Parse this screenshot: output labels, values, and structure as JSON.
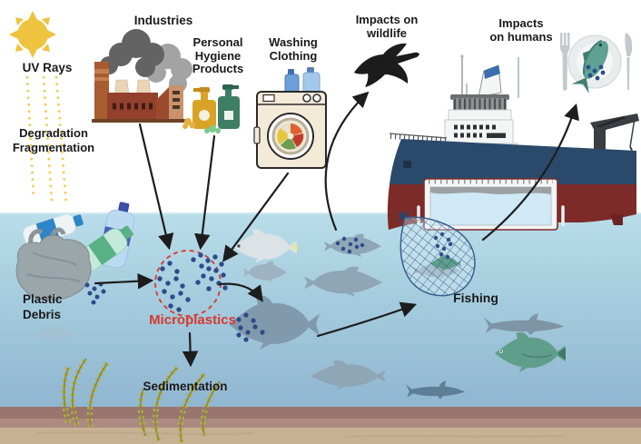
{
  "labels": {
    "uv_rays": "UV Rays",
    "degradation": "Degradation\nFragmentation",
    "industries": "Industries",
    "hygiene": "Personal\nHygiene\nProducts",
    "washing": "Washing\nClothing",
    "wildlife": "Impacts on\nwildlife",
    "humans": "Impacts\non humans",
    "plastic_debris": "Plastic\nDebris",
    "microplastics": "Microplastics",
    "sedimentation": "Sedimentation",
    "fishing": "Fishing"
  },
  "icons": [
    "sun-icon",
    "uv-ray-dashes",
    "factory-icon",
    "hygiene-bottles-icon",
    "washing-machine-icon",
    "bird-icon",
    "fishing-ship-icon",
    "crane-icon",
    "live-fish-tank",
    "fishing-net-icon",
    "plate-icon",
    "fork-icon",
    "knife-icon",
    "fish-on-plate-icon",
    "plastic-bottle-icon",
    "plastic-bag-icon",
    "microplastics-cluster",
    "seaweed-icon",
    "fish-silhouette",
    "shark-silhouette"
  ],
  "colors": {
    "label": "#1a1a1a",
    "arrow": "#1d1d1d",
    "mp_red": "#d8392e",
    "dot_blue": "#2c4b8c",
    "sun": "#eec33d",
    "ray": "#f2cb4e",
    "water_top": "#b9dde9",
    "water_mid": "#a4cbdd",
    "water_bottom": "#8fb6d0",
    "sand_dark": "#9a7570",
    "sand_mid": "#ab8b80",
    "sand_light": "#c6b292",
    "navy": "#2b4a6b",
    "maroon": "#7d2b28",
    "fish_gray": "#8ea6b6",
    "shark_gray": "#5d7e95",
    "fish_green": "#5f9e8a",
    "net_blue": "#35618f"
  }
}
